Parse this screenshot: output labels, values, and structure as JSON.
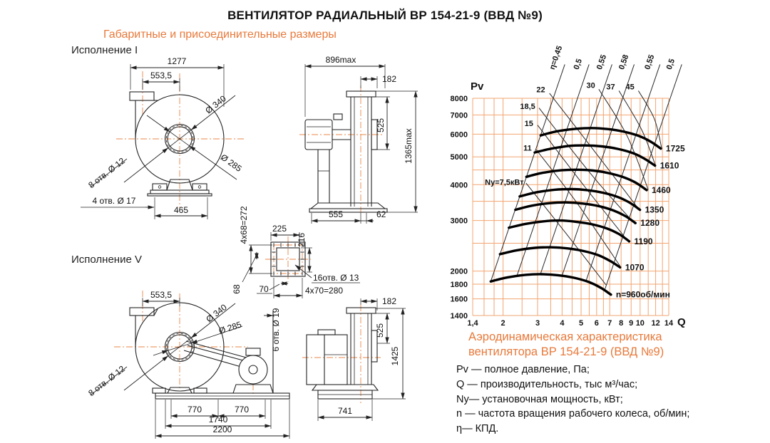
{
  "page": {
    "title": "ВЕНТИЛЯТОР РАДИАЛЬНЫЙ ВР 154-21-9 (ВВД №9)",
    "subtitle": "Габаритные и присоединительные размеры"
  },
  "sections": {
    "exec1_label": "Исполнение I",
    "exec5_label": "Исполнение V"
  },
  "drawings": {
    "exec1_front": {
      "dim_1277": "1277",
      "dim_553": "553,5",
      "dim_d340": "Ø 340",
      "dim_d285": "Ø 285",
      "dim_8otv": "8 отв. Ø 12",
      "dim_4otv": "4 отв.  Ø 17",
      "dim_465": "465"
    },
    "exec1_side": {
      "dim_896": "896max",
      "dim_182": "182",
      "dim_525": "525",
      "dim_1365": "1365max",
      "dim_555": "555",
      "dim_62": "62"
    },
    "flange": {
      "dim_225": "225",
      "dim_216": "216",
      "dim_272": "4x68=272",
      "dim_68": "68",
      "dim_70": "70",
      "dim_16otv": "16отв. Ø 13",
      "dim_280": "4x70=280"
    },
    "exec5_front": {
      "dim_553": "553,5",
      "dim_d340": "Ø 340",
      "dim_d285": "Ø 285",
      "dim_8otv": "8 отв. Ø 12",
      "dim_6otv": "6 отв. Ø 19",
      "dim_770a": "770",
      "dim_770b": "770",
      "dim_1740": "1740",
      "dim_2200": "2200"
    },
    "exec5_side": {
      "dim_182": "182",
      "dim_525": "525",
      "dim_1425": "1425",
      "dim_741": "741"
    }
  },
  "chart_data": {
    "type": "line",
    "title": "Аэродинамическая характеристика вентилятора ВР 154-21-9 (ВВД №9)",
    "xlabel": "Q",
    "ylabel": "Pv",
    "x_unit": "тыс м³/час",
    "y_unit": "Па",
    "scale": "log-log",
    "xlim": [
      1.4,
      14
    ],
    "ylim": [
      1400,
      8000
    ],
    "grid": true,
    "grid_color": "#f2a470",
    "curve_color": "#000000",
    "thin_line_color": "#2a2a2a",
    "x_ticks": [
      {
        "v": 1.4,
        "t": "1,4"
      },
      {
        "v": 2,
        "t": "2"
      },
      {
        "v": 3,
        "t": "3"
      },
      {
        "v": 4,
        "t": "4"
      },
      {
        "v": 5,
        "t": "5"
      },
      {
        "v": 6,
        "t": "6"
      },
      {
        "v": 7,
        "t": "7"
      },
      {
        "v": 8,
        "t": "8"
      },
      {
        "v": 9,
        "t": "9"
      },
      {
        "v": 10,
        "t": "10"
      },
      {
        "v": 12,
        "t": "12"
      },
      {
        "v": 14,
        "t": "14"
      }
    ],
    "x_grid_minor": [
      1.6,
      1.8,
      2.5,
      3.5,
      4.5,
      5.5,
      6.5,
      11,
      13
    ],
    "y_ticks": [
      1400,
      1600,
      1800,
      2000,
      3000,
      4000,
      5000,
      6000,
      7000,
      8000
    ],
    "y_grid_minor": [
      2500,
      3500,
      4500
    ],
    "rpm_curves": [
      {
        "label": "n=960об/мин",
        "rpm": 960,
        "points": [
          [
            1.73,
            1840
          ],
          [
            2.1,
            1900
          ],
          [
            2.6,
            1940
          ],
          [
            3.15,
            1950
          ],
          [
            3.8,
            1935
          ],
          [
            4.6,
            1895
          ],
          [
            5.5,
            1830
          ],
          [
            6.3,
            1750
          ],
          [
            7.1,
            1655
          ]
        ]
      },
      {
        "label": "1070",
        "rpm": 1070,
        "points": [
          [
            1.93,
            2290
          ],
          [
            2.34,
            2360
          ],
          [
            2.9,
            2410
          ],
          [
            3.51,
            2420
          ],
          [
            4.24,
            2400
          ],
          [
            5.13,
            2350
          ],
          [
            6.13,
            2270
          ],
          [
            7.02,
            2170
          ],
          [
            7.91,
            2060
          ]
        ]
      },
      {
        "label": "1190",
        "rpm": 1190,
        "points": [
          [
            2.14,
            2830
          ],
          [
            2.6,
            2920
          ],
          [
            3.22,
            2980
          ],
          [
            3.9,
            3000
          ],
          [
            4.71,
            2970
          ],
          [
            5.7,
            2910
          ],
          [
            6.82,
            2810
          ],
          [
            7.81,
            2690
          ],
          [
            8.8,
            2540
          ]
        ]
      },
      {
        "label": "1280",
        "rpm": 1280,
        "points": [
          [
            2.31,
            3270
          ],
          [
            2.8,
            3380
          ],
          [
            3.47,
            3450
          ],
          [
            4.2,
            3470
          ],
          [
            5.07,
            3440
          ],
          [
            6.13,
            3370
          ],
          [
            7.33,
            3250
          ],
          [
            8.4,
            3110
          ],
          [
            9.47,
            2940
          ]
        ]
      },
      {
        "label": "1350",
        "rpm": 1350,
        "points": [
          [
            2.43,
            3640
          ],
          [
            2.95,
            3760
          ],
          [
            3.66,
            3840
          ],
          [
            4.43,
            3860
          ],
          [
            5.34,
            3830
          ],
          [
            6.47,
            3750
          ],
          [
            7.73,
            3620
          ],
          [
            8.86,
            3460
          ],
          [
            9.98,
            3270
          ]
        ]
      },
      {
        "label": "1460",
        "rpm": 1460,
        "points": [
          [
            2.63,
            4260
          ],
          [
            3.19,
            4400
          ],
          [
            3.95,
            4490
          ],
          [
            4.79,
            4510
          ],
          [
            5.78,
            4480
          ],
          [
            7.0,
            4380
          ],
          [
            8.36,
            4230
          ],
          [
            9.58,
            4050
          ],
          [
            10.8,
            3830
          ]
        ]
      },
      {
        "label": "1610",
        "rpm": 1610,
        "points": [
          [
            2.9,
            5180
          ],
          [
            3.52,
            5340
          ],
          [
            4.36,
            5460
          ],
          [
            5.28,
            5480
          ],
          [
            6.37,
            5440
          ],
          [
            7.71,
            5330
          ],
          [
            9.22,
            5150
          ],
          [
            10.57,
            4920
          ],
          [
            11.91,
            4660
          ]
        ]
      },
      {
        "label": "1725",
        "rpm": 1725,
        "points": [
          [
            3.11,
            5940
          ],
          [
            3.77,
            6140
          ],
          [
            4.67,
            6260
          ],
          [
            5.66,
            6300
          ],
          [
            6.83,
            6250
          ],
          [
            8.27,
            6120
          ],
          [
            9.88,
            5910
          ],
          [
            11.32,
            5650
          ],
          [
            12.76,
            5340
          ]
        ]
      }
    ],
    "eta_lines": [
      {
        "label": "η=0,45",
        "from": [
          1.73,
          1840
        ],
        "to": [
          4.13,
          10500
        ]
      },
      {
        "label": "0,5",
        "from": [
          2.35,
          1920
        ],
        "to": [
          5.49,
          10500
        ]
      },
      {
        "label": "0,55",
        "from": [
          3.1,
          1950
        ],
        "to": [
          7.19,
          10500
        ]
      },
      {
        "label": "0,58",
        "from": [
          4.0,
          1930
        ],
        "to": [
          9.33,
          10500
        ]
      },
      {
        "label": "0,55",
        "from": [
          5.3,
          1850
        ],
        "to": [
          12.63,
          10500
        ]
      },
      {
        "label": "0,5",
        "from": [
          6.6,
          1720
        ],
        "to": [
          16.31,
          10500
        ]
      }
    ],
    "power_lines": [
      {
        "label": "Ny=7,5кВт",
        "points": [
          [
            2.62,
            4050
          ],
          [
            4.2,
            2700
          ],
          [
            6.7,
            1790
          ]
        ],
        "label_at": [
          2.55,
          4000
        ]
      },
      {
        "label": "11",
        "points": [
          [
            2.95,
            5300
          ],
          [
            4.7,
            3500
          ],
          [
            7.91,
            2080
          ]
        ],
        "label_at": [
          2.8,
          5250
        ]
      },
      {
        "label": "15",
        "points": [
          [
            3.0,
            6450
          ],
          [
            5.2,
            3950
          ],
          [
            8.8,
            2510
          ]
        ],
        "label_at": [
          2.85,
          6400
        ]
      },
      {
        "label": "18,5",
        "points": [
          [
            3.05,
            7400
          ],
          [
            5.7,
            4300
          ],
          [
            9.45,
            2910
          ]
        ],
        "label_at": [
          2.92,
          7350
        ]
      },
      {
        "label": "22",
        "points": [
          [
            3.45,
            8330
          ],
          [
            6.3,
            4900
          ],
          [
            10.0,
            3240
          ]
        ],
        "label_at": [
          3.28,
          8400
        ]
      },
      {
        "label": "30",
        "points": [
          [
            6.16,
            8600
          ],
          [
            8.6,
            5900
          ],
          [
            11.0,
            3840
          ]
        ],
        "label_at": [
          5.9,
          8700
        ]
      },
      {
        "label": "37",
        "points": [
          [
            7.8,
            8500
          ],
          [
            10.2,
            6200
          ],
          [
            12.0,
            4650
          ]
        ],
        "label_at": [
          7.45,
          8600
        ]
      },
      {
        "label": "45",
        "points": [
          [
            9.8,
            8500
          ],
          [
            11.8,
            6800
          ],
          [
            12.9,
            5340
          ]
        ],
        "label_at": [
          9.35,
          8600
        ]
      }
    ]
  },
  "legend": {
    "heading_line1": "Аэродинамическая характеристика",
    "heading_line2": "вентилятора  ВР 154-21-9 (ВВД №9)",
    "items": [
      "Pv — полное давление, Па;",
      "Q  — производительность, тыс м³/час;",
      "Ny— установочная мощность, кВт;",
      "n — частота вращения рабочего колеса,  об/мин;",
      "η— КПД."
    ]
  }
}
